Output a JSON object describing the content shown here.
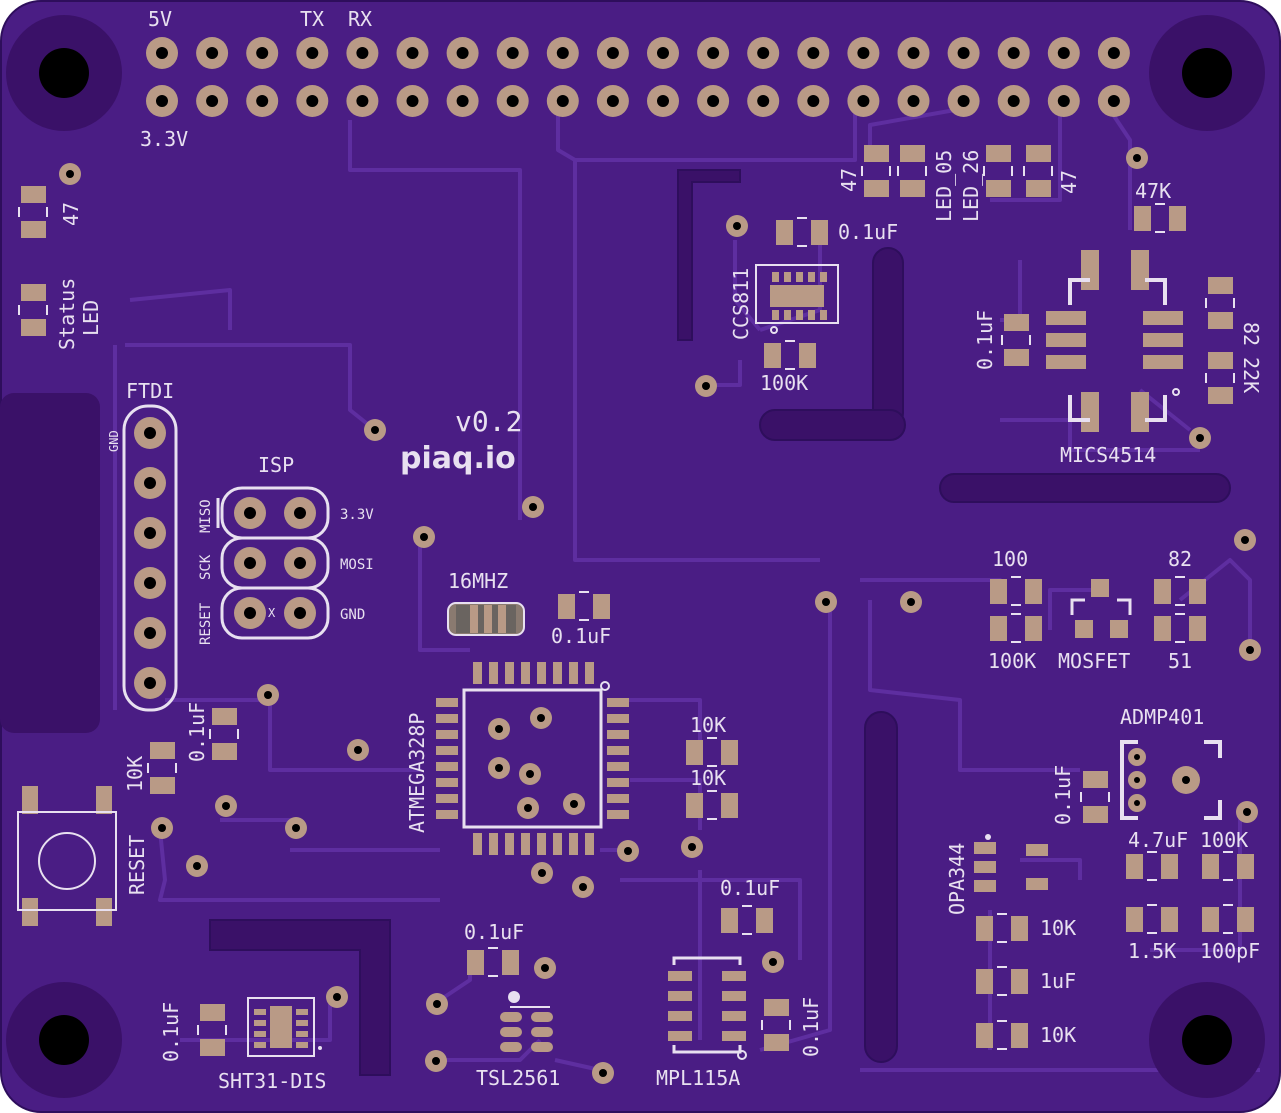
{
  "colors": {
    "board": "#4a1d84",
    "board_edge": "#2e0e5c",
    "trace": "#5a2a98",
    "pad": "#b99a86",
    "silk": "#e8e0f0",
    "hole": "#000000"
  },
  "header": {
    "pin_5v": "5V",
    "pin_tx": "TX",
    "pin_rx": "RX",
    "pin_3v3": "3.3V"
  },
  "branding": {
    "version": "v0.2",
    "site": "piaq.io"
  },
  "ftdi": {
    "title": "FTDI",
    "gnd": "GND"
  },
  "isp": {
    "title": "ISP",
    "miso": "MISO",
    "sck": "SCK",
    "reset": "RESET",
    "v33": "3.3V",
    "mosi": "MOSI",
    "gnd": "GND",
    "x": "X"
  },
  "status": {
    "r_value": "47",
    "label1": "Status",
    "label2": "LED"
  },
  "reset_block": {
    "r_value": "10K",
    "cap": "0.1uF",
    "button": "RESET"
  },
  "mcu": {
    "name": "ATMEGA328P",
    "crystal": "16MHZ",
    "cap": "0.1uF",
    "r1": "10K",
    "r2": "10K"
  },
  "ccs811": {
    "name": "CCS811",
    "cap": "0.1uF",
    "res": "100K",
    "led05": "LED_05",
    "led26": "LED_26",
    "r_left": "47",
    "r_right": "47"
  },
  "mics": {
    "name": "MICS4514",
    "r_top": "47K",
    "cap": "0.1uF",
    "r82": "82",
    "r22k": "22K"
  },
  "mosfet": {
    "name": "MOSFET",
    "r100": "100",
    "r100k": "100K",
    "r82": "82",
    "r51": "51"
  },
  "admp": {
    "name": "ADMP401",
    "cap": "0.1uF"
  },
  "opa": {
    "name": "OPA344",
    "c47": "4.7uF",
    "r100k": "100K",
    "r15k": "1.5K",
    "c100p": "100pF",
    "r10k_a": "10K",
    "c1u": "1uF",
    "r10k_b": "10K"
  },
  "sht": {
    "name": "SHT31-DIS",
    "cap": "0.1uF"
  },
  "tsl": {
    "name": "TSL2561",
    "cap": "0.1uF"
  },
  "mpl": {
    "name": "MPL115A",
    "cap_top": "0.1uF",
    "cap_side": "0.1uF"
  }
}
